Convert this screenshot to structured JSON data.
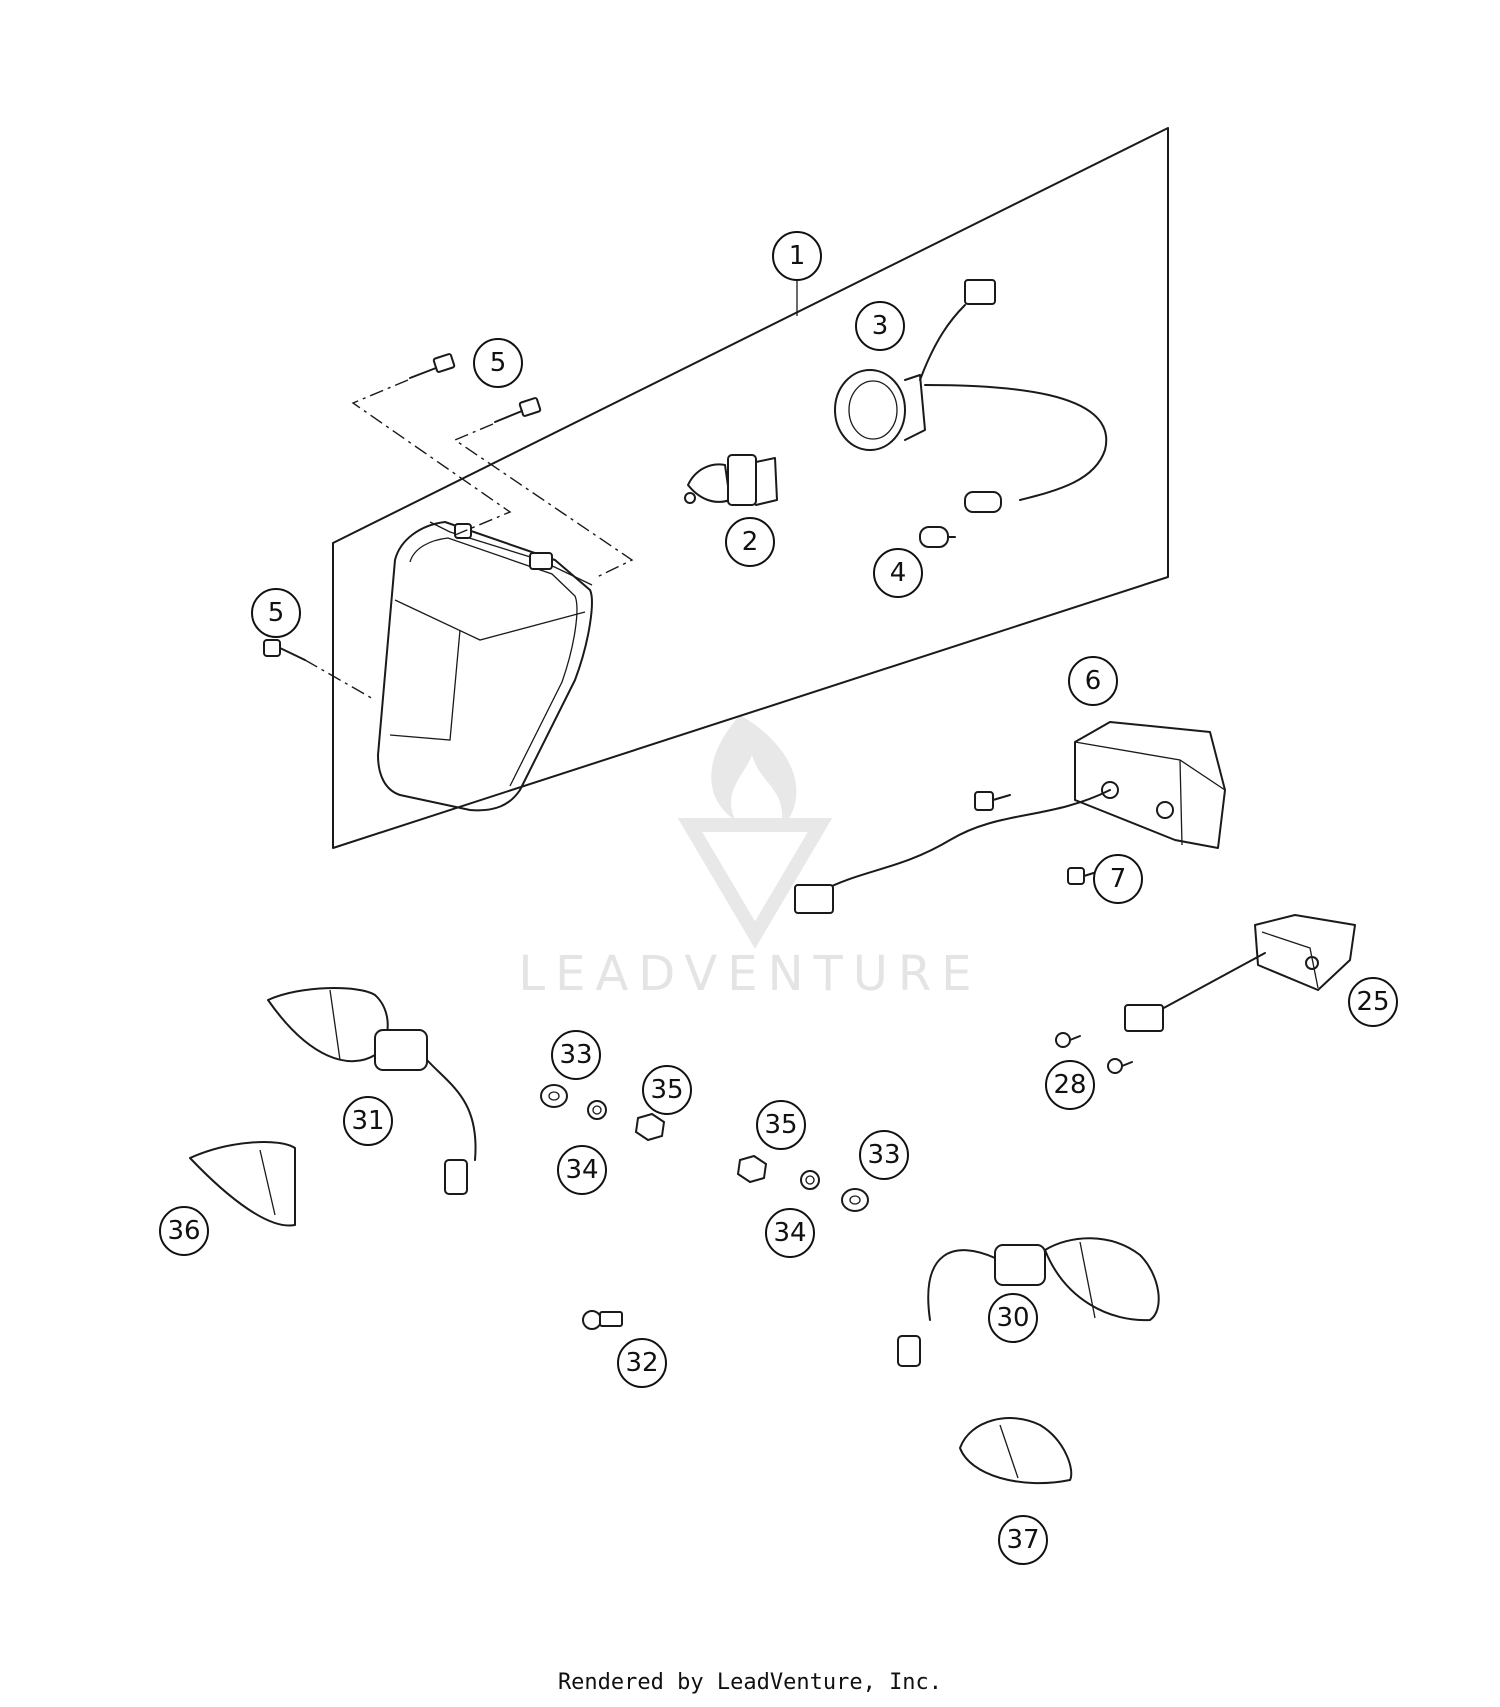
{
  "callouts": [
    {
      "id": "1",
      "label": "1"
    },
    {
      "id": "2",
      "label": "2"
    },
    {
      "id": "3",
      "label": "3"
    },
    {
      "id": "4",
      "label": "4"
    },
    {
      "id": "5a",
      "label": "5"
    },
    {
      "id": "5b",
      "label": "5"
    },
    {
      "id": "6",
      "label": "6"
    },
    {
      "id": "7",
      "label": "7"
    },
    {
      "id": "25",
      "label": "25"
    },
    {
      "id": "28",
      "label": "28"
    },
    {
      "id": "30",
      "label": "30"
    },
    {
      "id": "31",
      "label": "31"
    },
    {
      "id": "32",
      "label": "32"
    },
    {
      "id": "33a",
      "label": "33"
    },
    {
      "id": "33b",
      "label": "33"
    },
    {
      "id": "34a",
      "label": "34"
    },
    {
      "id": "34b",
      "label": "34"
    },
    {
      "id": "35a",
      "label": "35"
    },
    {
      "id": "35b",
      "label": "35"
    },
    {
      "id": "36",
      "label": "36"
    },
    {
      "id": "37",
      "label": "37"
    }
  ],
  "watermark": {
    "text": "LEADVENTURE"
  },
  "footer": {
    "text": "Rendered by LeadVenture, Inc."
  }
}
